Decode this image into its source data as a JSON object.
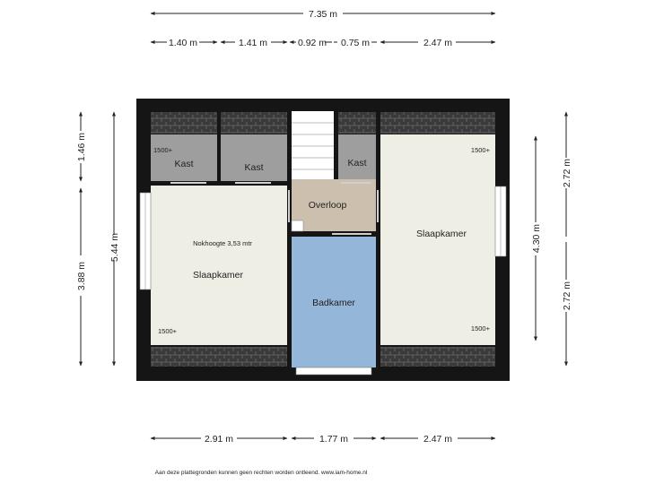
{
  "dimensions": {
    "top_total": "7.35 m",
    "top_segments": [
      "1.40 m",
      "1.41 m",
      "0.92 m",
      "0.75 m",
      "2.47 m"
    ],
    "bottom_segments": [
      "2.91 m",
      "1.77 m",
      "2.47 m"
    ],
    "left_outer": "5.44 m",
    "left_inner_top": "1.46 m",
    "left_inner_bottom": "3.88 m",
    "right_inner": "4.30 m",
    "right_outer_top": "2.72 m",
    "right_outer_bottom": "2.72 m"
  },
  "rooms": {
    "kast_1": "Kast",
    "kast_2": "Kast",
    "kast_3": "Kast",
    "overloop": "Overloop",
    "slaapkamer_left": "Slaapkamer",
    "slaapkamer_right": "Slaapkamer",
    "badkamer": "Badkamer"
  },
  "notes": {
    "nokhoogte": "Nokhoogte 3,53 mtr",
    "height_tl": "1500+",
    "height_left_bottom": "1500+",
    "height_tr": "1500+",
    "height_br": "1500+"
  },
  "disclaimer": "Aan deze plattegronden kunnen geen rechten worden ontleend. www.iam-home.nl",
  "colors": {
    "wall": "#151515",
    "bedroom": "#efeee4",
    "closet": "#9e9e9e",
    "landing": "#cdbfae",
    "bathroom": "#94b6d9",
    "roof": "#3a3a3a"
  }
}
